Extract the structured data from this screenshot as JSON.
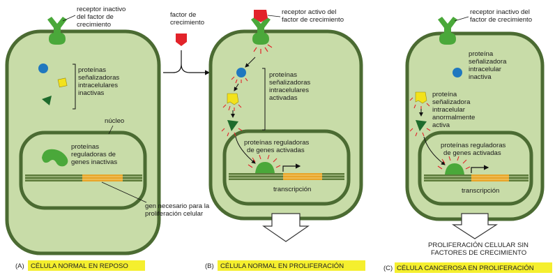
{
  "colors": {
    "cell_fill": "#c8dca8",
    "cell_stroke": "#4b6b32",
    "receptor_green": "#4aa83a",
    "protein_blue": "#1f78bf",
    "protein_yellow": "#f2e21c",
    "protein_green": "#1e6b2c",
    "gene_orange": "#e8a52a",
    "factor_red": "#e2232a",
    "caption_highlight": "#f5ef2e",
    "activation_rays": "#e2232a"
  },
  "icons": [
    "receptor-icon",
    "growth-factor-icon",
    "signal-protein-circle-icon",
    "signal-protein-square-icon",
    "signal-protein-triangle-icon",
    "regulatory-protein-icon",
    "gene-icon",
    "transcription-arrow-icon",
    "down-arrow-icon",
    "right-arrow-icon"
  ],
  "panel_a": {
    "receptor_label": [
      "receptor inactivo",
      "del factor de",
      "crecimiento"
    ],
    "proteins_label": [
      "proteínas",
      "señalizadoras",
      "intracelulares",
      "inactivas"
    ],
    "nucleus_label": "núcleo",
    "regulatory_label": [
      "proteínas",
      "reguladoras de",
      "genes inactivas"
    ],
    "gene_label": [
      "gen necesario para la",
      "proliferación celular"
    ],
    "caption_letter": "(A)",
    "caption": "CÉLULA NORMAL EN REPOSO"
  },
  "factor": {
    "label": [
      "factor de",
      "crecimiento"
    ]
  },
  "panel_b": {
    "receptor_label": [
      "receptor activo del",
      "factor de crecimiento"
    ],
    "proteins_label": [
      "proteínas",
      "señalizadoras",
      "intracelulares",
      "activadas"
    ],
    "regulatory_label": [
      "proteínas reguladoras",
      "de genes activadas"
    ],
    "transcription_label": "transcripción",
    "caption_letter": "(B)",
    "caption": "CÉLULA NORMAL EN PROLIFERACIÓN"
  },
  "panel_c": {
    "receptor_label": [
      "receptor inactivo del",
      "factor de crecimiento"
    ],
    "protein_inactive_label": [
      "proteína",
      "señalizadora",
      "intracelular",
      "inactiva"
    ],
    "protein_active_label": [
      "proteína",
      "señalizadora",
      "intracelular",
      "anormalmente",
      "activa"
    ],
    "regulatory_label": [
      "proteínas reguladoras",
      "de genes activadas"
    ],
    "transcription_label": "transcripción",
    "result_label": [
      "PROLIFERACIÓN CELULAR SIN",
      "FACTORES DE CRECIMIENTO"
    ],
    "caption_letter": "(C)",
    "caption": "CÉLULA CANCEROSA EN PROLIFERACIÓN"
  }
}
